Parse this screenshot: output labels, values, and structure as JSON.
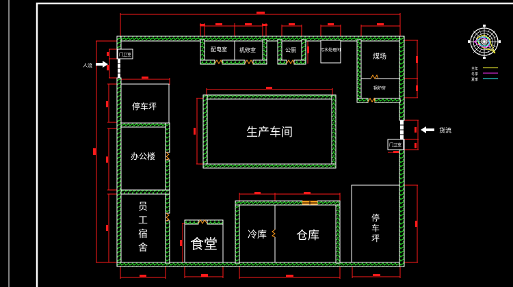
{
  "drawing": {
    "type": "CAD factory site floor plan",
    "background": "#000000",
    "colors": {
      "wall_outline": "#ffffff",
      "wall_hatch": "#22cc22",
      "dimension": "#ff1a1a",
      "door": "#ff9a1a",
      "legend_line_1": "#ffff33",
      "legend_line_2": "#ff33ff",
      "legend_line_3": "#33ffff"
    }
  },
  "rooms": {
    "guard_top_left": "门卫室",
    "power_room": "配电室",
    "repair_room": "机修室",
    "toilet": "公厕",
    "sewage": "污水处理间",
    "coal_yard": "煤场",
    "boiler_room": "锅炉房",
    "parking_left": "停车坪",
    "workshop": "生产车间",
    "office": "办公楼",
    "dormitory": [
      "员",
      "工",
      "宿",
      "舍"
    ],
    "canteen": "食堂",
    "cold_storage": "冷库",
    "warehouse": "仓库",
    "parking_right": [
      "停",
      "车",
      "坪"
    ],
    "guard_right": "门卫室"
  },
  "flows": {
    "people_label": "人流",
    "goods_label": "货流"
  },
  "legend": {
    "icon": "wind-rose-icon",
    "items": [
      {
        "label": "全年",
        "color": "#ffff33"
      },
      {
        "label": "冬季",
        "color": "#ff33ff"
      },
      {
        "label": "夏季",
        "color": "#33ffff"
      }
    ]
  }
}
